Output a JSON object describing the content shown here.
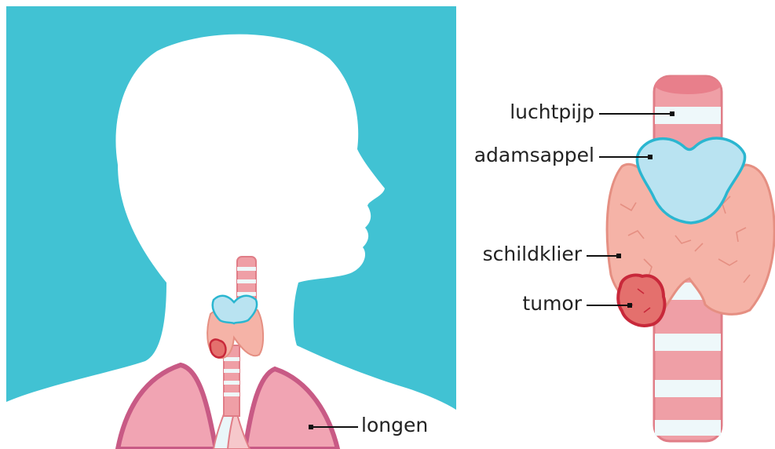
{
  "labels": {
    "trachea": "luchtpijp",
    "larynx": "adamsappel",
    "thyroid": "schildklier",
    "tumor": "tumor",
    "lungs": "longen"
  },
  "colors": {
    "background_panel": "#41c2d3",
    "silhouette": "#ffffff",
    "trachea_ring": "#ef9fa6",
    "trachea_band": "#eef8fa",
    "trachea_outline": "#e07d87",
    "larynx_fill": "#b9e3f1",
    "larynx_outline": "#2bb6d0",
    "thyroid_fill": "#f5b3a7",
    "thyroid_outline": "#e58f82",
    "tumor_fill": "#e4706d",
    "tumor_outline": "#c8283a",
    "lung_fill": "#f1a4b3",
    "lung_outline": "#c85a85",
    "leader_line": "#111111"
  }
}
